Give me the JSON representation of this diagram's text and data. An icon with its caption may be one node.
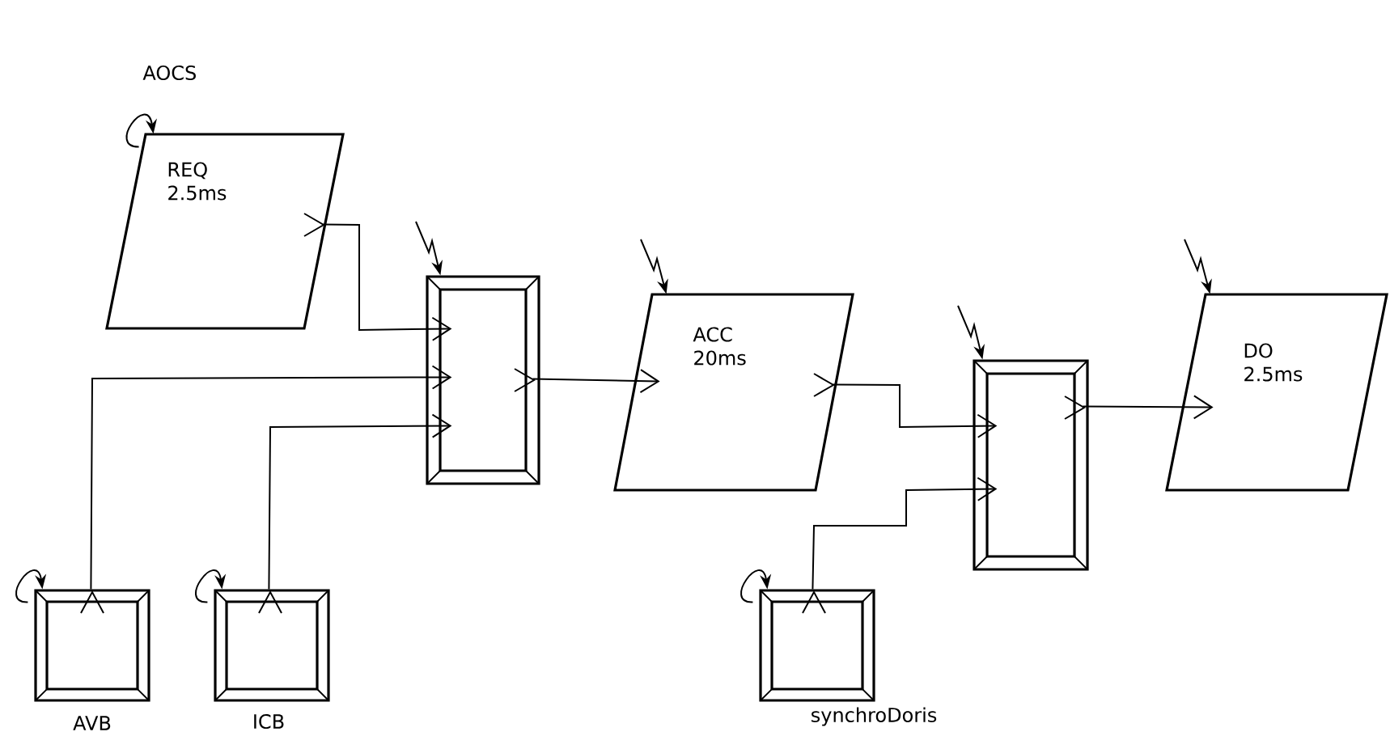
{
  "diagram": {
    "title": "AOCS",
    "nodes": [
      {
        "text": [
          "REQ",
          "2.5ms"
        ]
      },
      {
        "text": [],
        "shape": "box"
      },
      {
        "text": [
          "ACC",
          "20ms"
        ]
      },
      {
        "text": [],
        "shape": "box"
      },
      {
        "text": [
          "DO",
          "2.5ms"
        ]
      },
      {
        "text": [],
        "shape": "box",
        "beside": [
          "AVB"
        ]
      },
      {
        "text": [],
        "shape": "box",
        "beside": [
          "ICB"
        ]
      },
      {
        "text": [],
        "shape": "box",
        "beside": [
          "synchroDoris"
        ]
      }
    ],
    "edges": [
      {
        "from": 0,
        "to": 0,
        "arrow": "to"
      },
      {
        "from": 0,
        "to": 1,
        "arrow": "to"
      },
      {
        "from": 5,
        "to": 1,
        "arrow": "to"
      },
      {
        "from": 6,
        "to": 1,
        "arrow": "to"
      },
      {
        "from": 1,
        "to": 2,
        "arrow": "to"
      },
      {
        "from": 2,
        "to": 3,
        "arrow": "to"
      },
      {
        "from": 7,
        "to": 3,
        "arrow": "to"
      },
      {
        "from": 3,
        "to": 4,
        "arrow": "to"
      },
      {
        "from": 5,
        "to": 5,
        "arrow": "to"
      },
      {
        "from": 6,
        "to": 6,
        "arrow": "to"
      },
      {
        "from": 7,
        "to": 7,
        "arrow": "to"
      },
      {
        "from": null,
        "to": 1,
        "arrow": "to"
      },
      {
        "from": null,
        "to": 2,
        "arrow": "to"
      },
      {
        "from": null,
        "to": 3,
        "arrow": "to"
      },
      {
        "from": null,
        "to": 4,
        "arrow": "to"
      }
    ]
  }
}
